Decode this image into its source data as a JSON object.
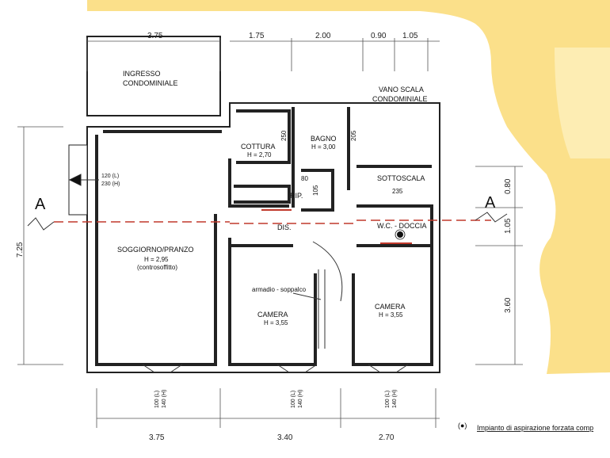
{
  "rooms": {
    "ingresso_l1": "INGRESSO",
    "ingresso_l2": "CONDOMINIALE",
    "vano_l1": "VANO SCALA",
    "vano_l2": "CONDOMINIALE",
    "cottura": "COTTURA",
    "cottura_h": "H = 2,70",
    "bagno": "BAGNO",
    "bagno_h": "H = 3,00",
    "sottoscala": "SOTTOSCALA",
    "rip": "RIP.",
    "dis": "DIS.",
    "wc": "W.C. - DOCCIA",
    "soggiorno": "SOGGIORNO/PRANZO",
    "soggiorno_h": "H = 2,95",
    "soggiorno_note": "(controsoffitto)",
    "armadio": "armadio - soppalco",
    "camera1": "CAMERA",
    "camera1_h": "H = 3,55",
    "camera2": "CAMERA",
    "camera2_h": "H = 3,55"
  },
  "dimensions": {
    "top": [
      "3.75",
      "1.75",
      "2.00",
      "0.90",
      "1.05"
    ],
    "bottom": [
      "3.75",
      "3.40",
      "2.70"
    ],
    "left": "7.25",
    "right": [
      "0.80",
      "1.05",
      "3.60"
    ],
    "inner": [
      "250",
      "205",
      "80",
      "105",
      "235"
    ]
  },
  "windows": {
    "entry_l": "120 (L)",
    "entry_h": "230 (H)",
    "bottom_l": "100 (L)",
    "bottom_h": "140 (H)"
  },
  "section": {
    "left": "A",
    "right": "A"
  },
  "legend": {
    "symbol": "(●)",
    "text": "Impianto di aspirazione forzata comp"
  },
  "colors": {
    "background_shape": "#fbe08a",
    "section_line": "#c0392b",
    "walls": "#222222"
  }
}
